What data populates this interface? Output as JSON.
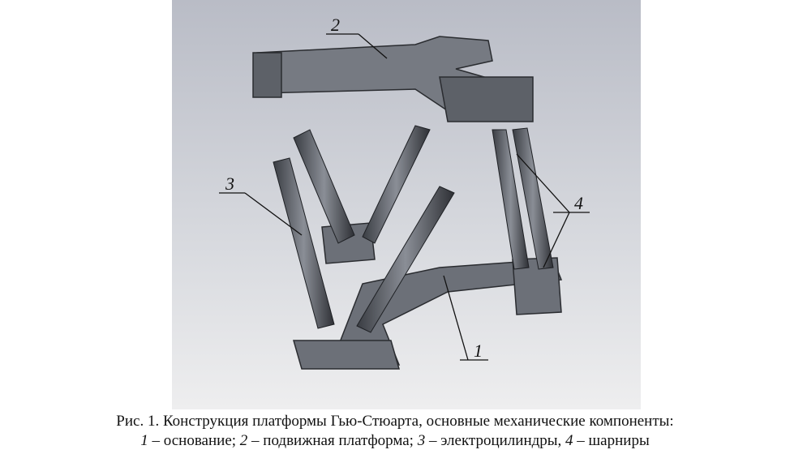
{
  "figure": {
    "labels": {
      "base": "1",
      "platform": "2",
      "cylinders": "3",
      "joints": "4"
    }
  },
  "caption": {
    "line1": "Рис. 1. Конструкция платформы Гью-Стюарта, основные механические компоненты:",
    "line2_parts": [
      {
        "num": "1",
        "text": " – основание; "
      },
      {
        "num": "2",
        "text": " – подвижная платформа; "
      },
      {
        "num": "3",
        "text": " – электроцилиндры, "
      },
      {
        "num": "4",
        "text": " – шарниры"
      }
    ]
  }
}
